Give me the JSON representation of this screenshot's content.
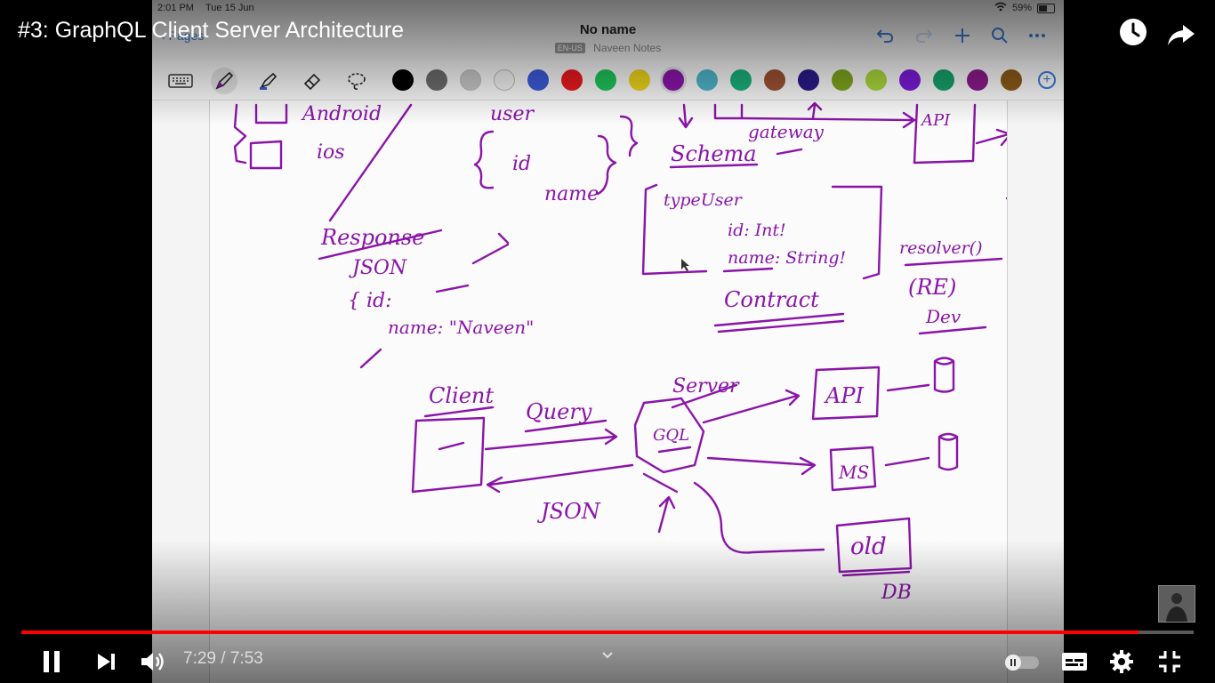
{
  "video": {
    "title": "#3: GraphQL Client Server Architecture",
    "time": "7:29 / 7:53",
    "progress_fraction": 0.953
  },
  "tablet": {
    "status_time": "2:01 PM",
    "status_date": "Tue 15 Jun",
    "battery": "59%",
    "doc_title": "No name",
    "lang_badge": "EN-US",
    "doc_subtitle": "Naveen Notes",
    "back_label": "Pages",
    "ink_color": "#8a14a8",
    "colors": [
      "#000000",
      "#6b6b6b",
      "#c7c7c7",
      "#f0f0f0",
      "#3c5ad8",
      "#e8191e",
      "#1fc35a",
      "#ecd31b",
      "#8a14a8",
      "#4db3c9",
      "#19b07a",
      "#9b5233",
      "#2a1a88",
      "#7ea41e",
      "#a8d63a",
      "#7a1ad6",
      "#17a06a",
      "#8a1a8a",
      "#8a5a17"
    ]
  },
  "sketch": {
    "android": "Android",
    "ios": "ios",
    "user": "user",
    "id": "id",
    "name": "name",
    "gateway": "gateway",
    "api": "API",
    "schema": "Schema",
    "db": "DB",
    "typeuser": "typeUser",
    "id_int": "id: Int!",
    "name_string": "name: String!",
    "contract": "Contract",
    "resolver": "resolver()",
    "re": "(RE)",
    "dev": "Dev",
    "response": "Response",
    "json": "JSON",
    "json_id": "{ id:",
    "json_name": "name: \"Naveen\"",
    "client": "Client",
    "query": "Query",
    "server": "Server",
    "gql": "GQL",
    "ms": "MS",
    "old": "old",
    "json2": "JSON",
    "db2": "DB"
  }
}
